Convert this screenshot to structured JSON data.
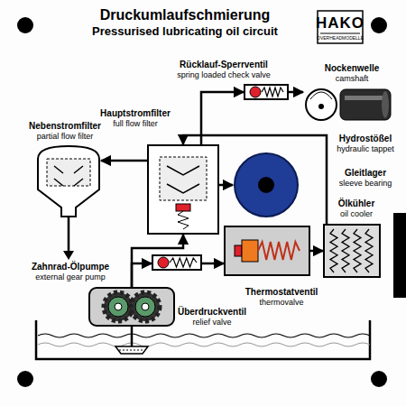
{
  "diagram": {
    "title": "Druckumlaufschmierung",
    "nodes": [
      {
        "text": [
          "Rücklauf-Sperrventil",
          "spring loaded check valve"
        ]
      },
      {
        "text": [
          "Nockenwelle",
          "camshaft"
        ]
      },
      {
        "text": [
          "Hauptstromfilter",
          "full flow filter"
        ]
      },
      {
        "text": [
          "Nebenstromfilter",
          "partial flow filter"
        ]
      },
      {
        "text": [
          "Hydrostößel",
          "hydraulic tappet"
        ]
      },
      {
        "text": [
          "Gleitlager",
          "sleeve bearing"
        ]
      },
      {
        "text": [
          "Ölkühler",
          "oil cooler"
        ]
      },
      {
        "text": [
          "Zahnrad-Ölpumpe",
          "external gear pump"
        ]
      },
      {
        "text": [
          "Thermostatventil",
          "thermovalve"
        ]
      },
      {
        "text": [
          "Überdruckventil",
          "relief valve"
        ]
      }
    ],
    "edges": [
      {
        "from": 7,
        "to": 9,
        "arrow": "to"
      },
      {
        "from": 7,
        "to": 2,
        "arrow": "to"
      },
      {
        "from": 9,
        "to": 8,
        "arrow": "to"
      },
      {
        "from": 8,
        "to": 6,
        "arrow": "to"
      },
      {
        "from": 6,
        "to": 2,
        "arrow": "to"
      },
      {
        "from": 2,
        "to": 5,
        "arrow": "to"
      },
      {
        "from": 2,
        "to": 0,
        "arrow": "to"
      },
      {
        "from": 0,
        "to": 1,
        "arrow": "to"
      },
      {
        "from": 2,
        "to": 3,
        "arrow": "to"
      }
    ],
    "labels": [
      "Pressurised lubricating oil circuit",
      "HAKO",
      "OVERHEADMODELLE"
    ]
  }
}
